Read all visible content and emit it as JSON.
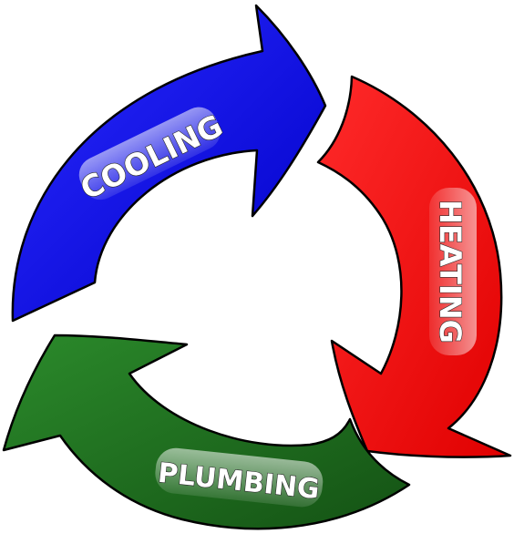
{
  "arrows": [
    {
      "id": "cooling",
      "label": "COOLING",
      "color": "#0000ff",
      "color_dark": "#00007a"
    },
    {
      "id": "heating",
      "label": "HEATING",
      "color": "#ff0000",
      "color_dark": "#b80000"
    },
    {
      "id": "plumbing",
      "label": "PLUMBING",
      "color": "#1f7a1f",
      "color_dark": "#0d3d0d"
    }
  ],
  "background": "#ffffff"
}
